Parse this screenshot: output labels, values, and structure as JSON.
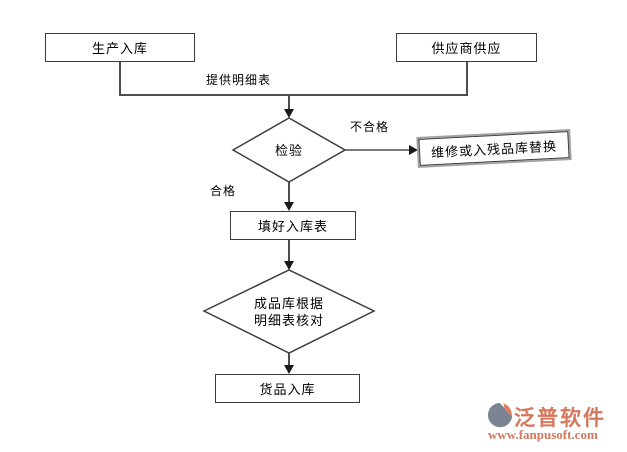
{
  "flowchart": {
    "nodes": {
      "production": "生产入库",
      "supplier": "供应商供应",
      "inspect": "检验",
      "repair": "维修或入残品库替换",
      "fill_form": "填好入库表",
      "verify_line1": "成品库根据",
      "verify_line2": "明细表核对",
      "goods_in": "货品入库"
    },
    "edge_labels": {
      "provide_detail": "提供明细表",
      "fail": "不合格",
      "pass": "合格"
    }
  },
  "branding": {
    "name": "泛普软件",
    "url": "www.fanpusoft.com",
    "accent_color": "#d4785e",
    "icon_gray": "#7c8494",
    "icon_salmon": "#dd8066"
  },
  "colors": {
    "background": "#ffffff",
    "line": "#4d4d4d",
    "node_border": "#3d3d3d",
    "text": "#000000"
  }
}
